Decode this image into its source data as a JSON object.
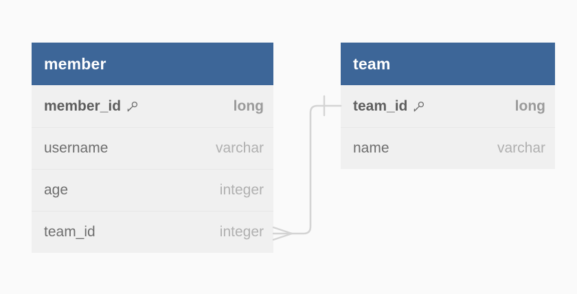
{
  "diagram": {
    "type": "entity-relationship-diagram",
    "background_color": "#fafafa",
    "header_color": "#3d6698",
    "header_text_color": "#ffffff",
    "row_background_color": "#f0f0f0",
    "name_text_color": "#6e6e6e",
    "type_text_color": "#b0b0b0",
    "connector_color": "#d4d4d4"
  },
  "entities": [
    {
      "name": "member",
      "key_icon": "key-icon",
      "fields": [
        {
          "name": "member_id",
          "type": "long",
          "primary_key": true,
          "key_icon": "key-icon"
        },
        {
          "name": "username",
          "type": "varchar",
          "primary_key": false,
          "key_icon": ""
        },
        {
          "name": "age",
          "type": "integer",
          "primary_key": false,
          "key_icon": ""
        },
        {
          "name": "team_id",
          "type": "integer",
          "primary_key": false,
          "key_icon": ""
        }
      ]
    },
    {
      "name": "team",
      "key_icon": "key-icon",
      "fields": [
        {
          "name": "team_id",
          "type": "long",
          "primary_key": true,
          "key_icon": "key-icon"
        },
        {
          "name": "name",
          "type": "varchar",
          "primary_key": false,
          "key_icon": ""
        }
      ]
    }
  ],
  "relationships": [
    {
      "from_entity": "member",
      "from_field": "team_id",
      "from_cardinality": "many",
      "from_marker": "crows-foot-icon",
      "to_entity": "team",
      "to_field": "team_id",
      "to_cardinality": "one",
      "to_marker": "one-tick-icon",
      "label": "many-to-one"
    }
  ]
}
